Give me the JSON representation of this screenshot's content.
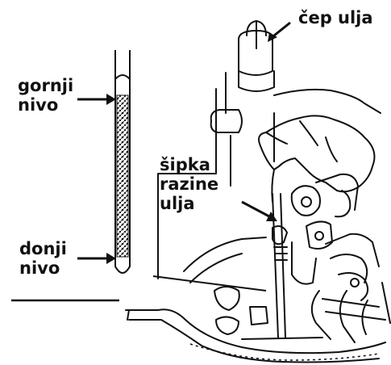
{
  "labels": {
    "cap_line1": "čep ulja",
    "upper_line1": "gornji",
    "upper_line2": "nivo",
    "dipstick_line1": "šipka",
    "dipstick_line2": "razine",
    "dipstick_line3": "ulja",
    "lower_line1": "donji",
    "lower_line2": "nivo"
  },
  "colors": {
    "ink": "#111111",
    "background": "#ffffff"
  }
}
